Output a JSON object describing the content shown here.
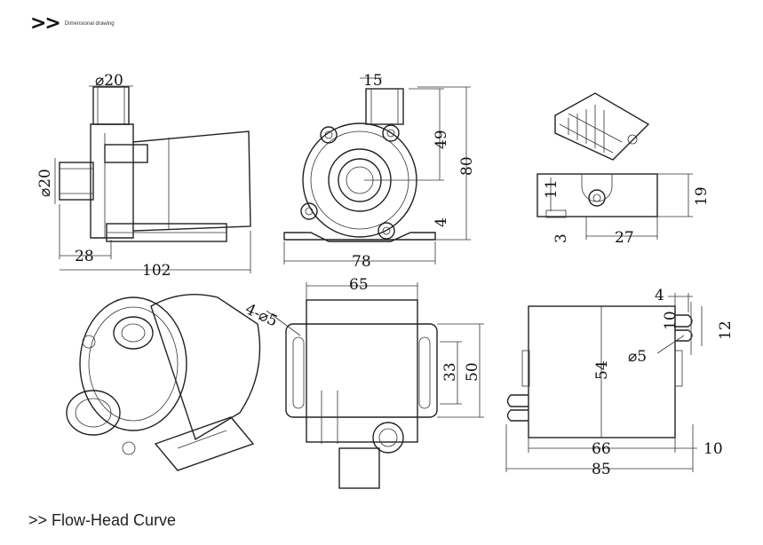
{
  "header": {
    "chevrons": ">>",
    "caption": "Dimensional drawing"
  },
  "footer": {
    "label": ">> Flow-Head Curve"
  },
  "dims": {
    "tl_top": "⌀20",
    "tl_left": "⌀20",
    "tl_28": "28",
    "tl_102": "102",
    "tm_15": "15",
    "tm_49": "49",
    "tm_80": "80",
    "tm_4": "4",
    "tm_78": "78",
    "tr_11": "11",
    "tr_19": "19",
    "tr_3": "3",
    "tr_27": "27",
    "bm_65": "65",
    "bm_4phi5": "4-⌀5",
    "bm_33": "33",
    "bm_50": "50",
    "br_4": "4",
    "br_10": "10",
    "br_12": "12",
    "br_phi5": "⌀5",
    "br_54": "54",
    "br_66": "66",
    "br_10b": "10",
    "br_85": "85"
  }
}
